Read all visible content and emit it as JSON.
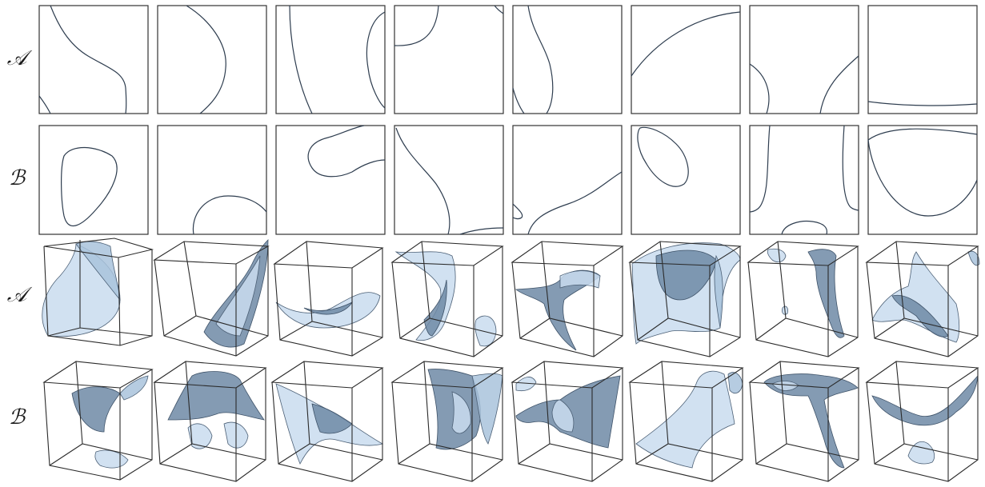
{
  "rows": [
    {
      "label": "𝒜",
      "kind": "2d"
    },
    {
      "label": "ℬ",
      "kind": "2d"
    },
    {
      "label": "𝒜",
      "kind": "3d"
    },
    {
      "label": "ℬ",
      "kind": "3d"
    }
  ],
  "colors": {
    "curve": "#2e3d4f",
    "surface_light": "#c9dcef",
    "surface_dark": "#6f8aa6",
    "frame": "#333333"
  },
  "panel_count_per_row": 8
}
